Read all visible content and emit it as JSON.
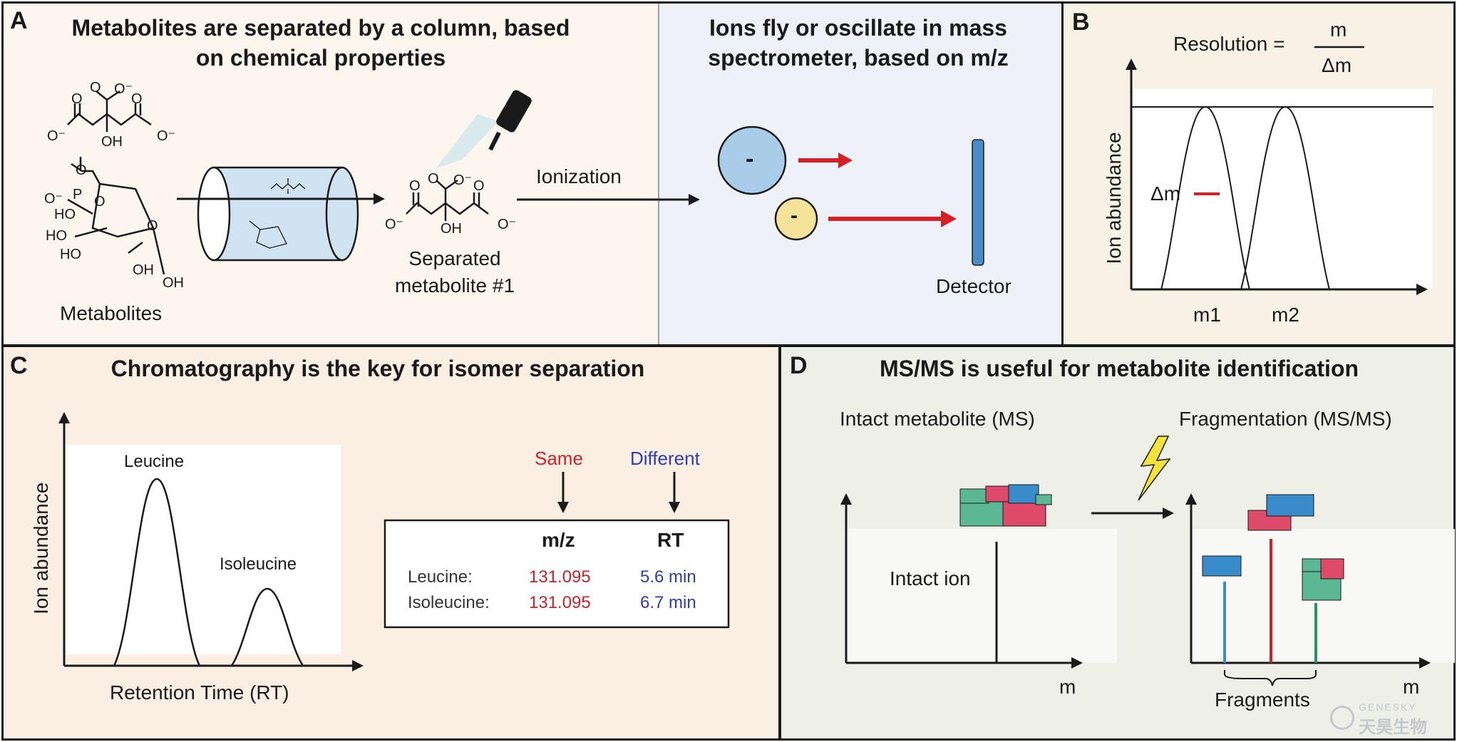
{
  "panels": {
    "a": {
      "letter": "A",
      "title_left": "Metabolites are separated by a column, based on chemical properties",
      "title_right": "Ions fly or oscillate in mass spectrometer, based on m/z",
      "metabolites_label": "Metabolites",
      "separated_label": "Separated metabolite #1",
      "ionization_label": "Ionization",
      "detector_label": "Detector",
      "ion_sign": "-",
      "chem": {
        "o_minus": "O⁻",
        "o": "O",
        "oh": "OH",
        "ho": "HO",
        "p": "P"
      }
    },
    "b": {
      "letter": "B",
      "resolution_label": "Resolution =",
      "frac_num": "m",
      "frac_den": "Δm",
      "ylabel": "Ion abundance",
      "delta_label": "Δm",
      "peak1": "m1",
      "peak2": "m2"
    },
    "c": {
      "letter": "C",
      "title": "Chromatography is the key for isomer separation",
      "ylabel": "Ion abundance",
      "xlabel": "Retention Time (RT)",
      "peak1_label": "Leucine",
      "peak2_label": "Isoleucine",
      "same_label": "Same",
      "different_label": "Different",
      "table": {
        "col1": "m/z",
        "col2": "RT",
        "rows": [
          {
            "name": "Leucine:",
            "mz": "131.095",
            "rt": "5.6 min"
          },
          {
            "name": "Isoleucine:",
            "mz": "131.095",
            "rt": "6.7 min"
          }
        ]
      }
    },
    "d": {
      "letter": "D",
      "title": "MS/MS is useful for metabolite identification",
      "intact_heading": "Intact metabolite (MS)",
      "frag_heading": "Fragmentation (MS/MS)",
      "intact_ion_label": "Intact ion",
      "xlabel_left": "m",
      "xlabel_right": "m",
      "fragments_label": "Fragments"
    }
  },
  "watermark": {
    "en": "GENESKY",
    "zh": "天昊生物"
  },
  "colors": {
    "panel_a_left_bg": "#fdf6ee",
    "panel_a_right_bg": "#eef2f8",
    "panel_b_bg": "#f7f1e6",
    "panel_c_bg": "#fbeee3",
    "panel_d_bg": "#eef0e8",
    "red": "#d42027",
    "blue": "#2b3db8",
    "lego_blue": "#3a8bc9",
    "lego_red": "#e04a6a",
    "lego_green": "#5cb894",
    "column_blue": "#cfe3f3",
    "ion_blue": "#a9cce8",
    "ion_yellow": "#f6e39a",
    "detector_blue": "#4a8cc8",
    "lightning": "#f5e23a"
  }
}
